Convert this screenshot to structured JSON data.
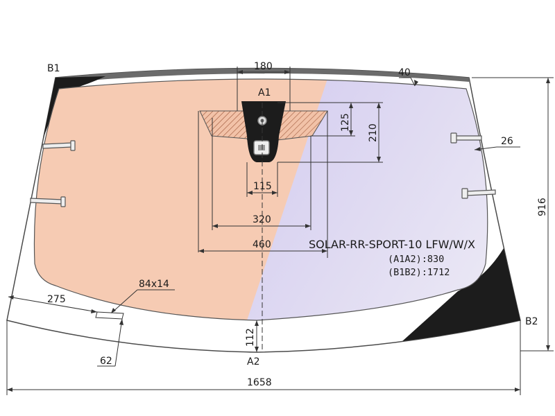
{
  "points": {
    "b1": "B1",
    "b2": "B2",
    "a1": "A1",
    "a2": "A2"
  },
  "dimensions": {
    "top_sensor_width": "180",
    "top_band": "40",
    "sensor_height_125": "125",
    "sensor_height_210": "210",
    "side_band": "26",
    "total_height": "916",
    "width_115": "115",
    "width_320": "320",
    "width_460": "460",
    "label_size": "84x14",
    "left_offset": "275",
    "label_offset": "62",
    "bottom_band": "112",
    "total_width": "1658"
  },
  "product": {
    "code": "SOLAR-RR-SPORT-10 LFW/W/X",
    "a1a2": "(A1A2):830",
    "b1b2": "(B1B2):1712"
  },
  "colors": {
    "heated_zone": "#f6cbb3",
    "tint_band": "#d9d3f0",
    "black_ceramic": "#1c1c1c",
    "top_shade": "#6b6b6b",
    "outline": "#555555"
  }
}
